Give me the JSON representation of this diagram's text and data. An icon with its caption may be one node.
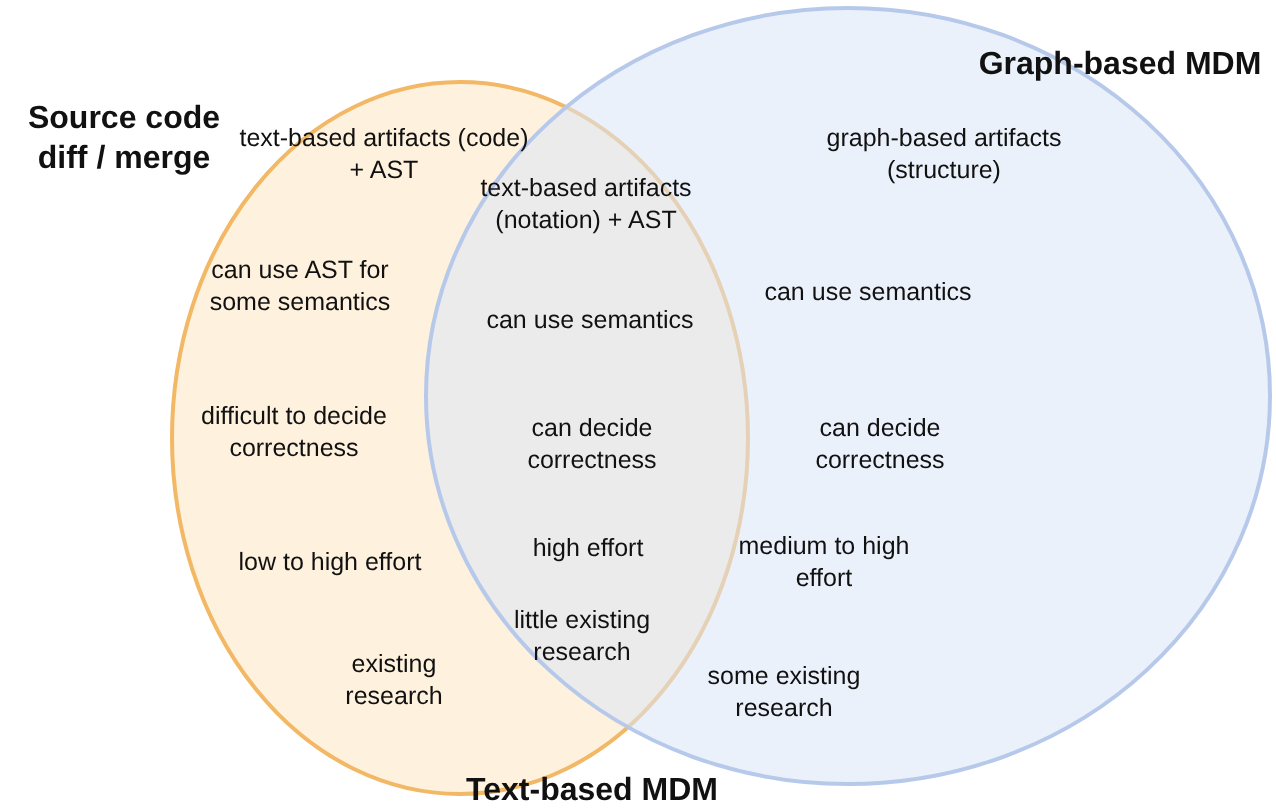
{
  "diagram": {
    "nodes": [
      {
        "text": [
          "Source code diff / merge",
          "text-based artifacts (code) + AST",
          "can use AST for some semantics",
          "difficult to decide correctness",
          "low to high effort",
          "existing research"
        ]
      },
      {
        "text": [
          "Graph-based MDM",
          "graph-based artifacts (structure)",
          "can use semantics",
          "can decide correctness",
          "medium to high effort",
          "some existing research"
        ]
      }
    ],
    "labels": [
      "text-based artifacts (notation) + AST",
      "can use semantics",
      "can decide correctness",
      "high effort",
      "little existing research",
      "Text-based MDM"
    ]
  }
}
